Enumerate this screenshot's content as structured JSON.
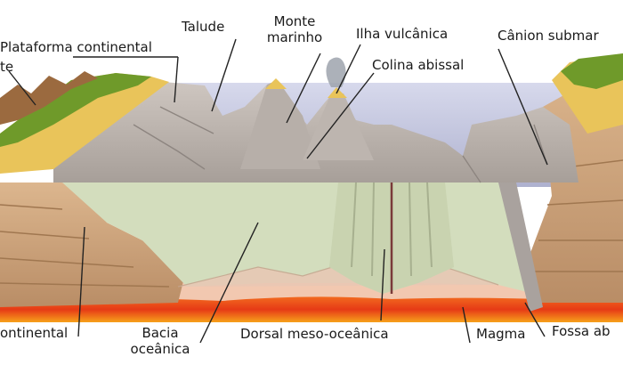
{
  "labels": {
    "plataforma": "Plataforma continental",
    "costa": "te",
    "talude": "Talude",
    "monte": [
      "Monte",
      "marinho"
    ],
    "ilha": "Ilha vulcânica",
    "colina": "Colina abissal",
    "canion": "Cânion submar",
    "continental": "ontinental",
    "bacia": [
      "Bacia",
      "oceânica"
    ],
    "dorsal": "Dorsal meso-oceânica",
    "magma": "Magma",
    "fossa": "Fossa ab"
  },
  "colors": {
    "sea_surface": "#b9bcd8",
    "ocean_floor": "#b8b2ad",
    "sediment": "#d3ddbd",
    "crust": "#c9a27c",
    "mantle": "#f2c8b0",
    "magma": "#e63a16",
    "grass": "#6f9a2a",
    "sand": "#e9c45a"
  }
}
